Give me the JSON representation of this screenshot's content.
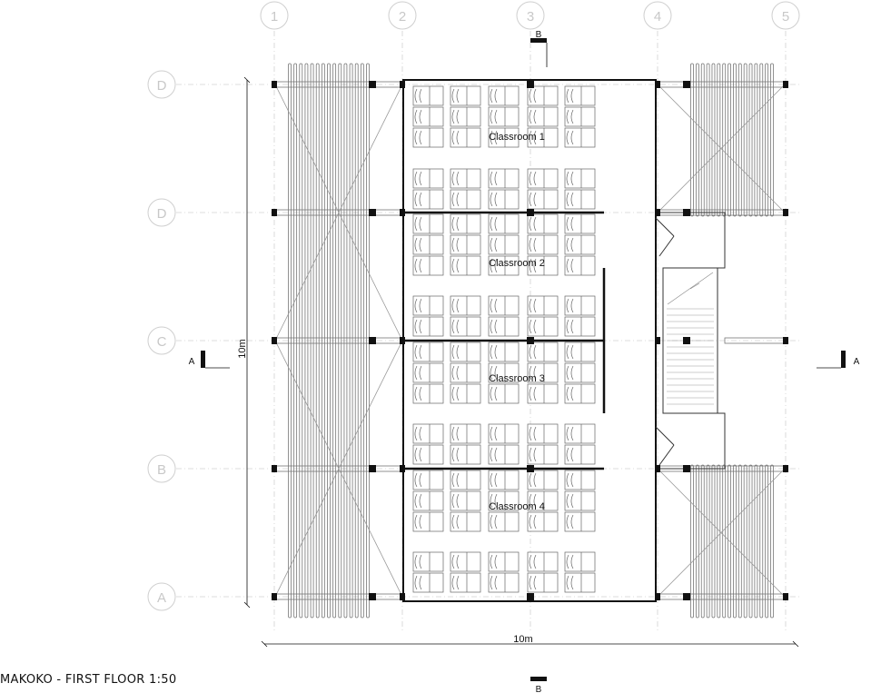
{
  "title": "MAKOKO - FIRST FLOOR 1:50",
  "grid": {
    "columns": [
      "1",
      "2",
      "3",
      "4",
      "5"
    ],
    "rows": [
      "D",
      "D",
      "C",
      "B",
      "A"
    ]
  },
  "rooms": [
    "Classroom 1",
    "Classroom 2",
    "Classroom 3",
    "Classroom 4"
  ],
  "dimensions": {
    "horizontal": "10m",
    "vertical": "10m"
  },
  "sections": {
    "a_left": "A",
    "a_right": "A",
    "b_top": "B",
    "b_bottom": "B"
  },
  "colors": {
    "grid": "#c8c8c8",
    "line": "#111111"
  }
}
